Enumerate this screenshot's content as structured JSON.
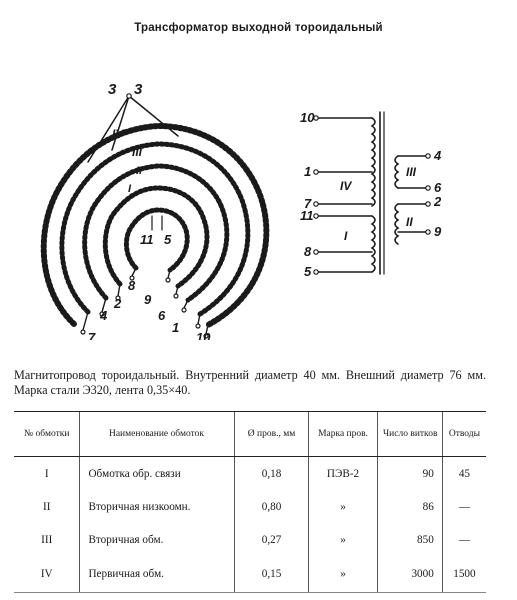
{
  "page": {
    "title": "Трансформатор выходной тороидальный"
  },
  "toroid_diagram": {
    "top_labels": [
      "3",
      "3"
    ],
    "winding_labels": [
      "IV",
      "III",
      "II",
      "I"
    ],
    "terminal_labels": {
      "t11": "11",
      "t5": "5",
      "t8": "8",
      "t2": "2",
      "t4": "4",
      "t9": "9",
      "t6": "6",
      "t1": "1",
      "t7": "7",
      "t10": "10"
    }
  },
  "schematic": {
    "left_terminals": [
      "10",
      "1",
      "7",
      "11",
      "8",
      "5"
    ],
    "right_terminals": [
      "4",
      "6",
      "2",
      "9"
    ],
    "winding_labels": [
      "IV",
      "I",
      "III",
      "II"
    ]
  },
  "description": "Магнитопровод тороидальный. Внутренний диаметр 40 мм. Внешний диаметр 76 мм. Марка стали Э320, лента 0,35×40.",
  "table": {
    "headers": {
      "num": "№ обмотки",
      "name": "Наименование обмоток",
      "dia": "Ø пров., мм",
      "brand": "Марка пров.",
      "turns": "Число витков",
      "taps": "Отводы"
    },
    "rows": [
      {
        "num": "I",
        "name": "Обмотка обр. связи",
        "dia": "0,18",
        "brand": "ПЭВ-2",
        "turns": "90",
        "taps": "45"
      },
      {
        "num": "II",
        "name": "Вторичная низкоомн.",
        "dia": "0,80",
        "brand": "»",
        "turns": "86",
        "taps": "—"
      },
      {
        "num": "III",
        "name": "Вторичная обм.",
        "dia": "0,27",
        "brand": "»",
        "turns": "850",
        "taps": "—"
      },
      {
        "num": "IV",
        "name": "Первичная обм.",
        "dia": "0,15",
        "brand": "»",
        "turns": "3000",
        "taps": "1500"
      }
    ]
  }
}
